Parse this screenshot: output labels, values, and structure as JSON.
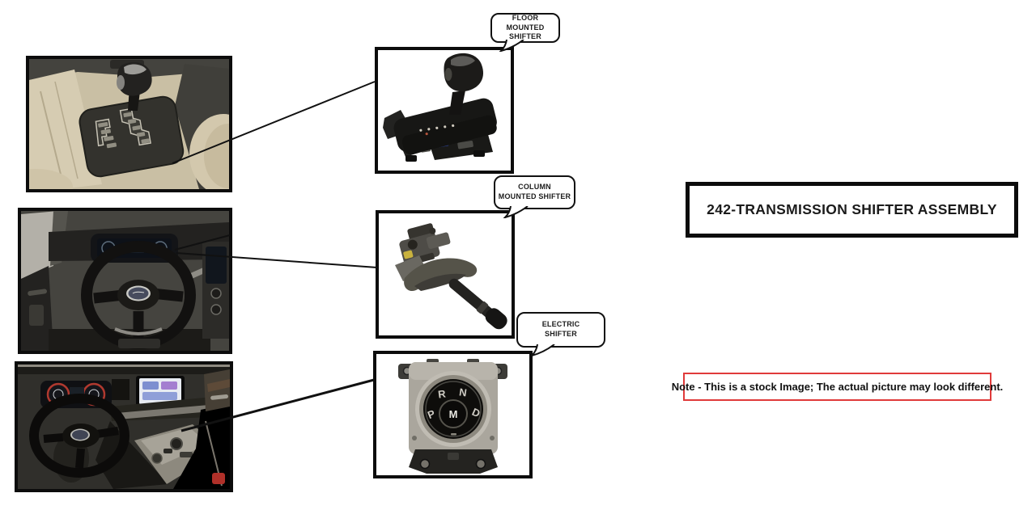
{
  "header": {
    "title": "242-TRANSMISSION SHIFTER ASSEMBLY"
  },
  "note": {
    "text": "Note - This is a stock Image; The actual picture may look different."
  },
  "callouts": [
    {
      "lines": [
        "FLOOR MOUNTED",
        "SHIFTER"
      ]
    },
    {
      "lines": [
        "COLUMN",
        "MOUNTED SHIFTER"
      ]
    },
    {
      "lines": [
        "ELECTRIC",
        "SHIFTER"
      ]
    }
  ],
  "electric_dial": {
    "park": "P",
    "reverse": "R",
    "neutral": "N",
    "drive": "D",
    "manual": "M"
  },
  "colors": {
    "background": "#ffffff",
    "box_border": "#0c0c0c",
    "note_border": "#e03a3a",
    "connector_line": "#111111"
  }
}
